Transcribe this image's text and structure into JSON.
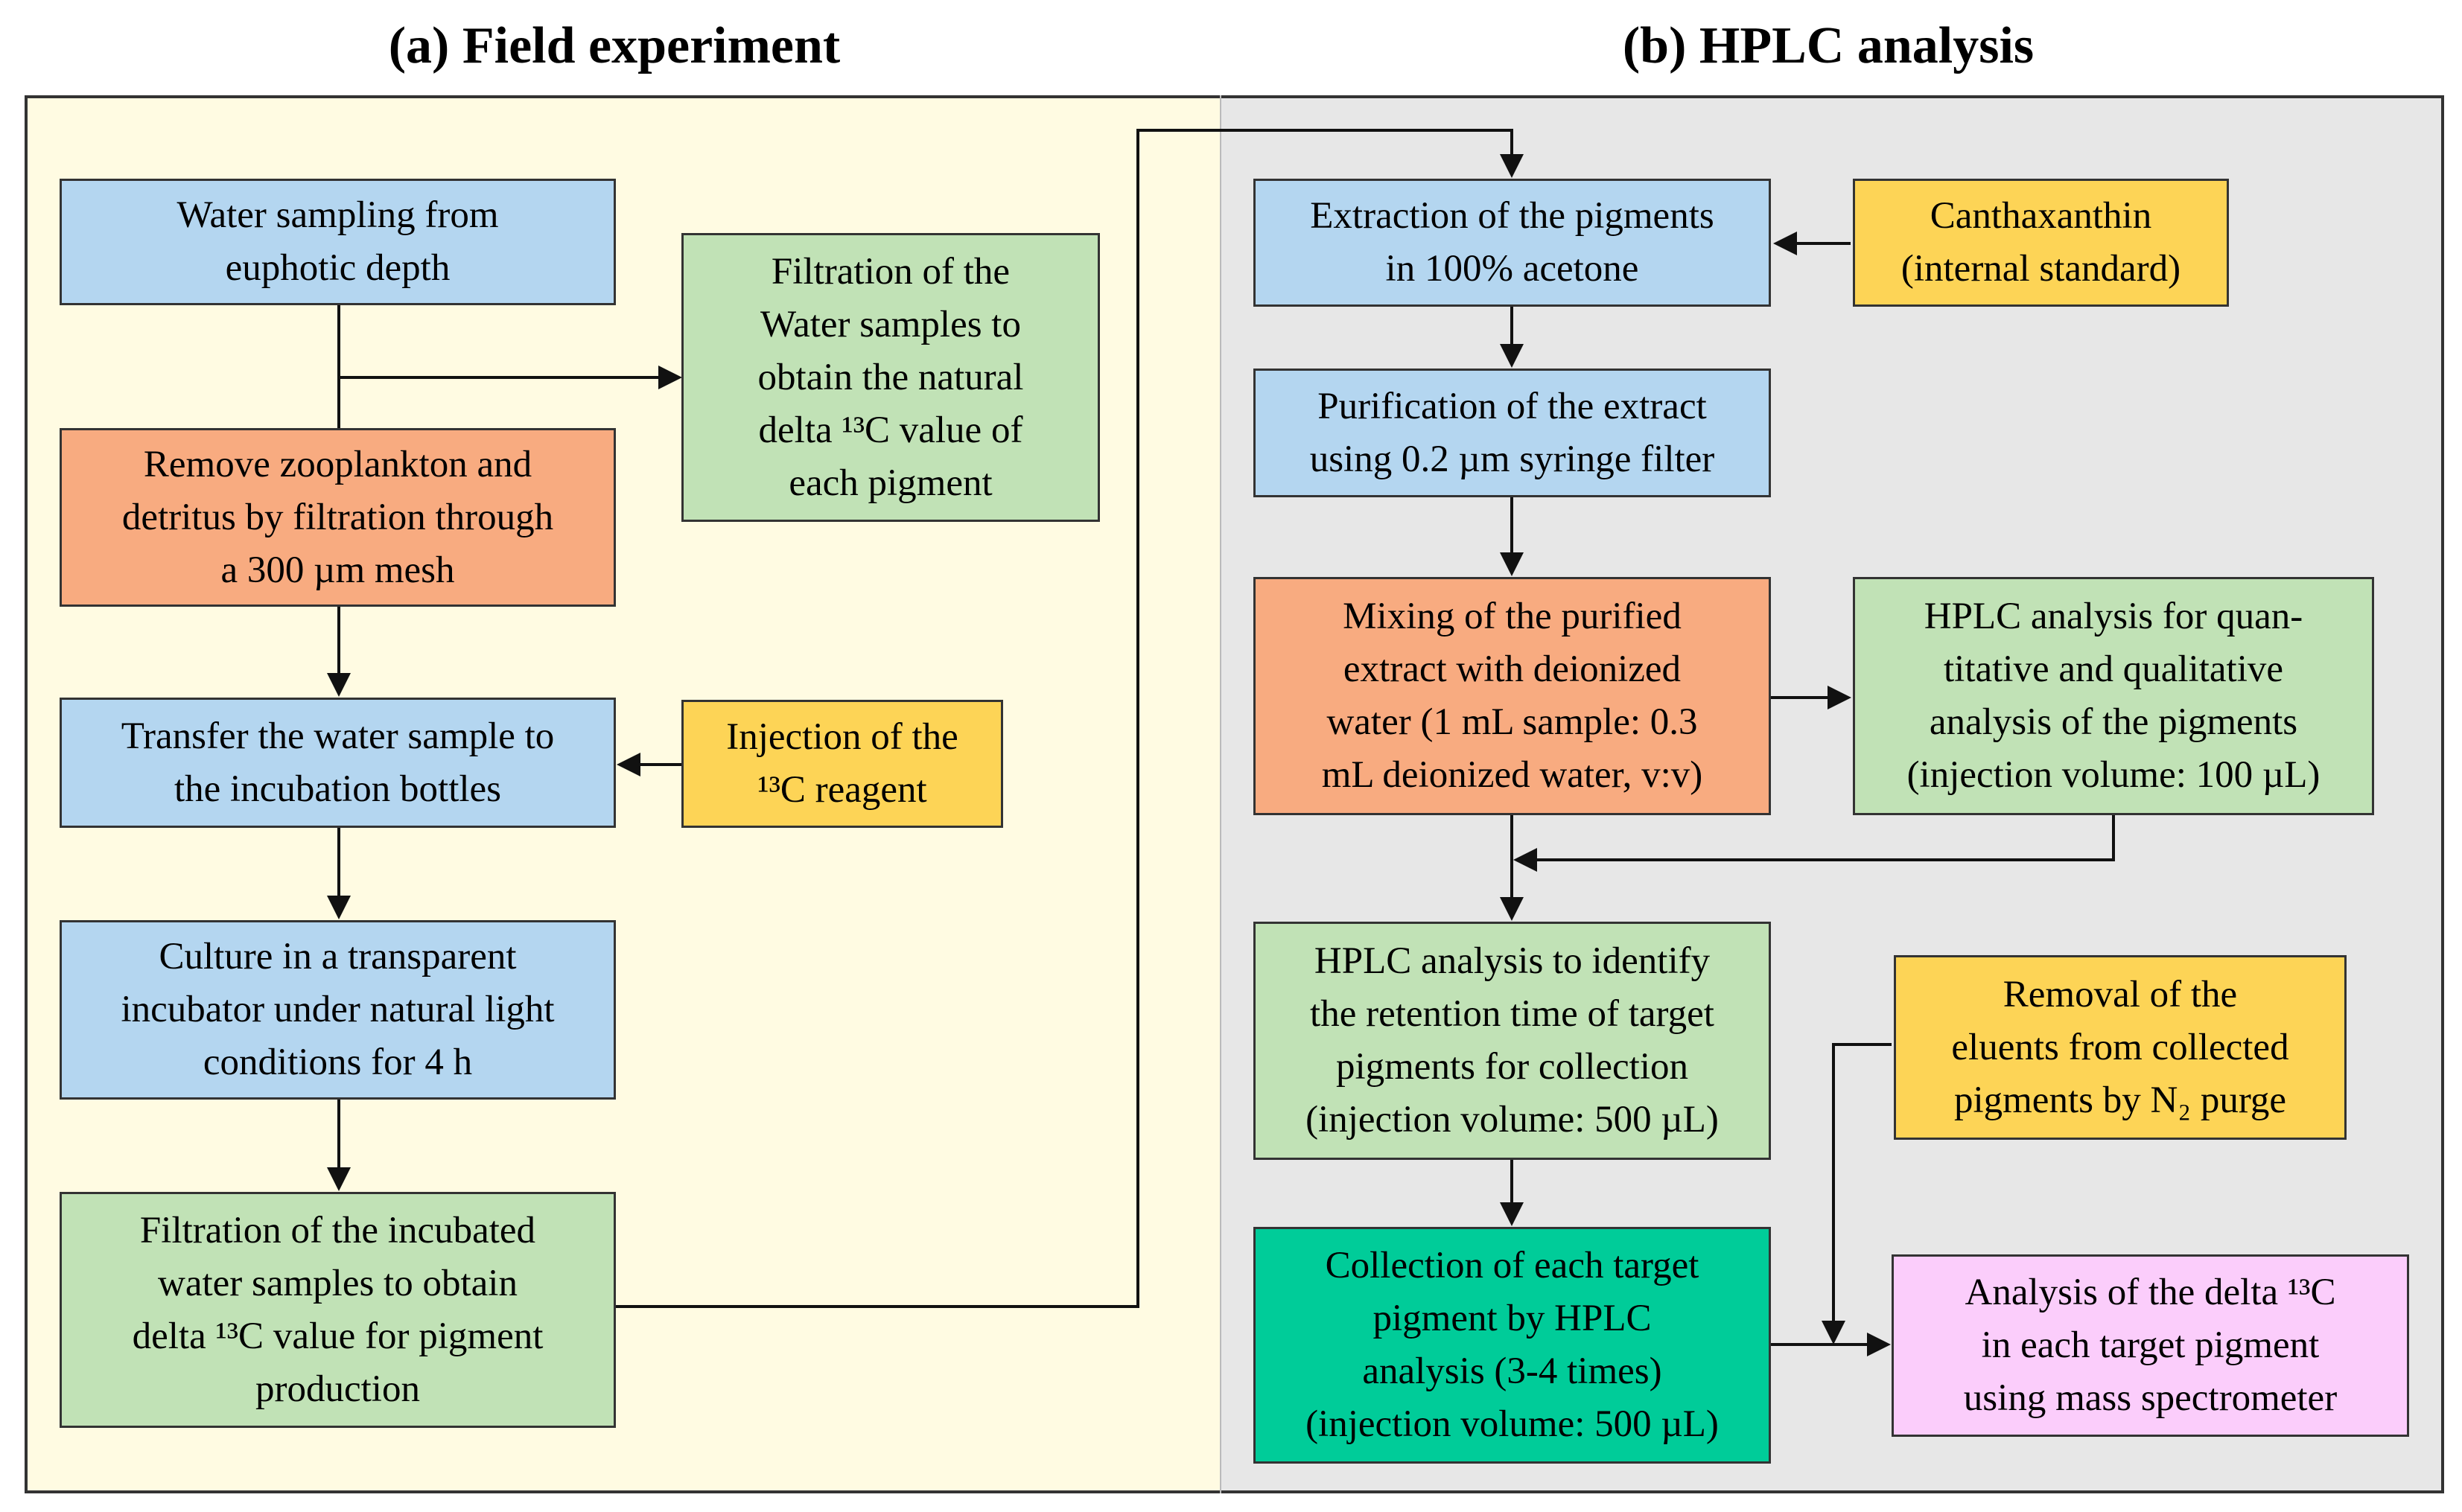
{
  "panels": {
    "a_title": "(a) Field experiment",
    "b_title": "(b) HPLC analysis"
  },
  "boxes": {
    "water_sampling": "Water sampling from\neuphotic depth",
    "remove_zooplankton": "Remove zooplankton and\ndetritus by filtration through\na 300 µm mesh",
    "filtration_natural": "Filtration of the\nWater samples to\nobtain the natural\ndelta ¹³C value of\neach pigment",
    "transfer_sample": "Transfer the water sample to\nthe incubation bottles",
    "injection_reagent": "Injection of the\n¹³C reagent",
    "culture": "Culture in a transparent\nincubator under natural light\nconditions for 4 h",
    "filtration_incubated": "Filtration of the incubated\nwater samples to obtain\ndelta ¹³C value for pigment\nproduction",
    "extraction": "Extraction of the pigments\nin 100% acetone",
    "canthaxanthin": "Canthaxanthin\n(internal standard)",
    "purification": "Purification of the extract\nusing 0.2 µm syringe filter",
    "mixing": "Mixing of the purified\nextract with deionized\nwater (1 mL sample: 0.3\nmL deionized water, v:v)",
    "hplc_quant": "HPLC analysis for quan-\ntitative and qualitative\nanalysis of the pigments\n(injection volume: 100 µL)",
    "hplc_identify": "HPLC analysis to identify\nthe retention time of target\npigments for collection\n(injection volume: 500 µL)",
    "removal_eluents": "Removal of the\neluents from collected\npigments by N₂ purge",
    "collection": "Collection of each target\npigment by HPLC\nanalysis (3-4 times)\n(injection volume: 500 µL)",
    "analysis_delta": "Analysis of the delta ¹³C\nin each target pigment\nusing mass spectrometer"
  }
}
